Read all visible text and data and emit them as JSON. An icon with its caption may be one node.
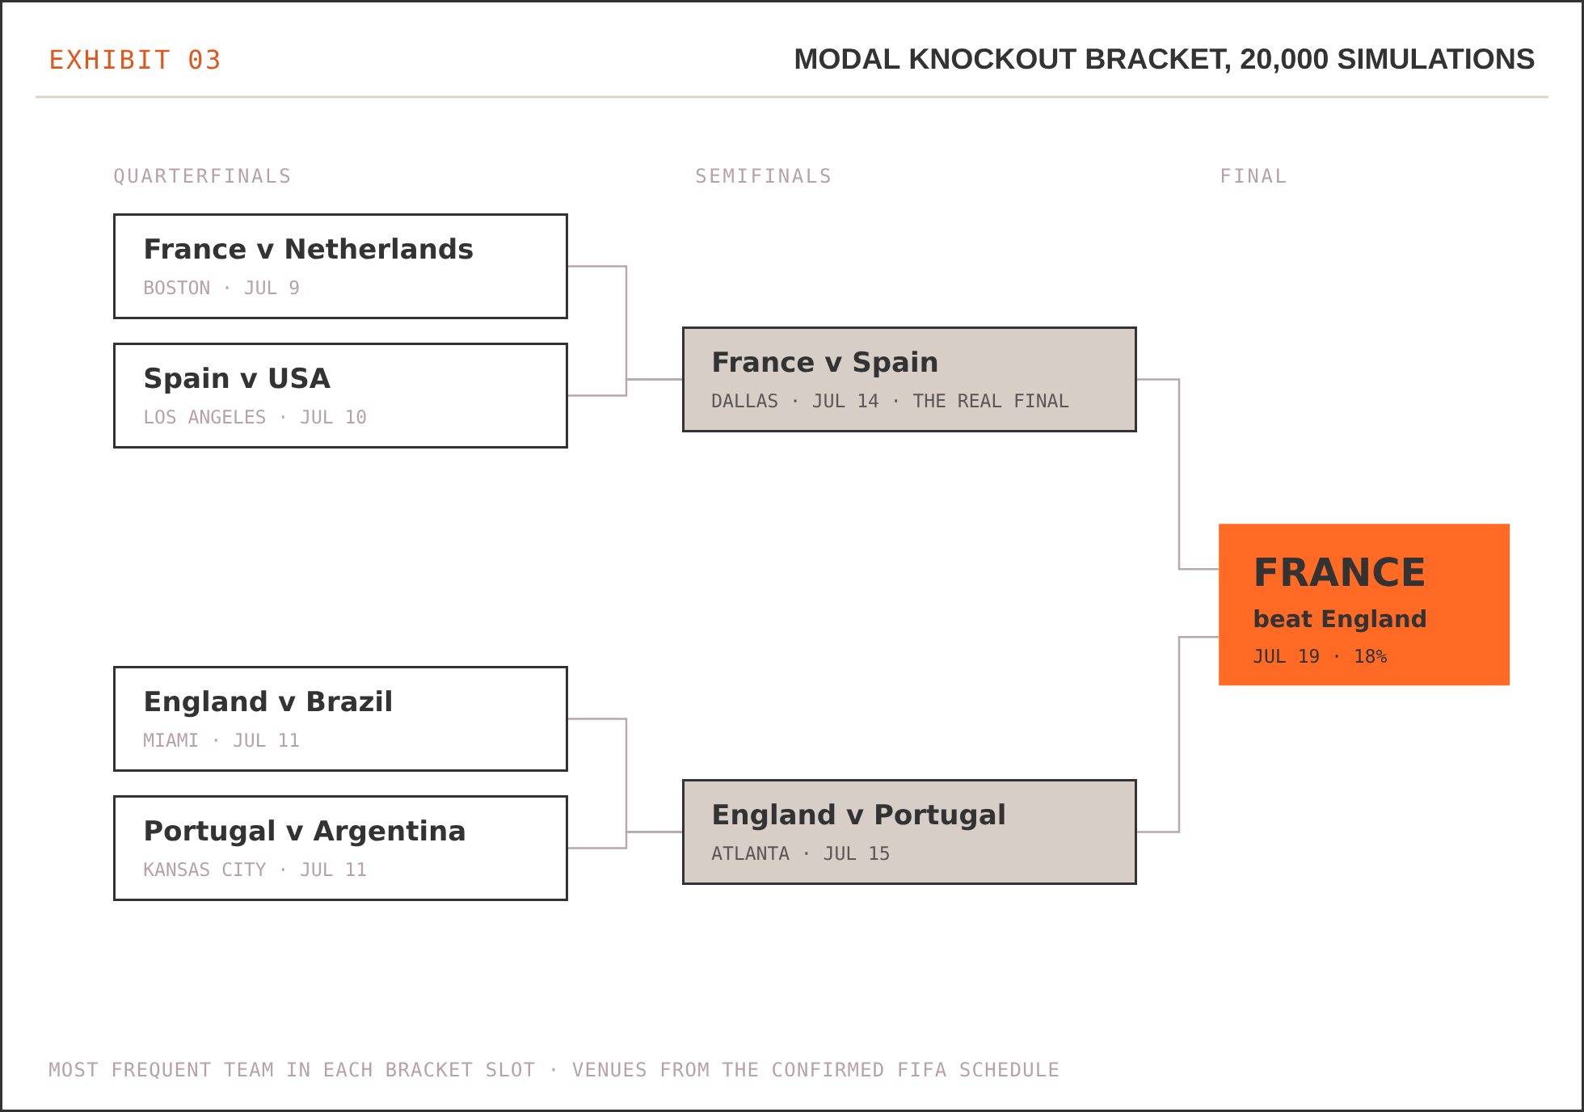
{
  "diagram": {
    "title": "MODAL KNOCKOUT BRACKET, 20,000 SIMULATIONS",
    "caption": "MOST FREQUENT TEAM IN EACH BRACKET SLOT · VENUES FROM THE CONFIRMED FIFA SCHEDULE",
    "nodes": [
      {
        "text": [
          "France v Netherlands",
          "BOSTON · JUL 9"
        ]
      },
      {
        "text": [
          "Spain v USA",
          "LOS ANGELES · JUL 10"
        ]
      },
      {
        "text": [
          "England v Brazil",
          "MIAMI · JUL 11"
        ]
      },
      {
        "text": [
          "Portugal v Argentina",
          "KANSAS CITY · JUL 11"
        ]
      },
      {
        "text": [
          "France v Spain",
          "DALLAS · JUL 14 · THE REAL FINAL"
        ]
      },
      {
        "text": [
          "England v Portugal",
          "ATLANTA · JUL 15"
        ]
      },
      {
        "text": [
          "FRANCE",
          "beat England",
          "JUL 19 · 18%"
        ]
      }
    ],
    "edges": [
      {
        "from": 0,
        "to": 4,
        "arrow": "none"
      },
      {
        "from": 1,
        "to": 4,
        "arrow": "none"
      },
      {
        "from": 2,
        "to": 5,
        "arrow": "none"
      },
      {
        "from": 3,
        "to": 5,
        "arrow": "none"
      },
      {
        "from": 4,
        "to": 6,
        "arrow": "none"
      },
      {
        "from": 5,
        "to": 6,
        "arrow": "none"
      }
    ],
    "labels": [
      "EXHIBIT 03",
      "QUARTERFINALS",
      "SEMIFINALS",
      "FINAL"
    ]
  }
}
